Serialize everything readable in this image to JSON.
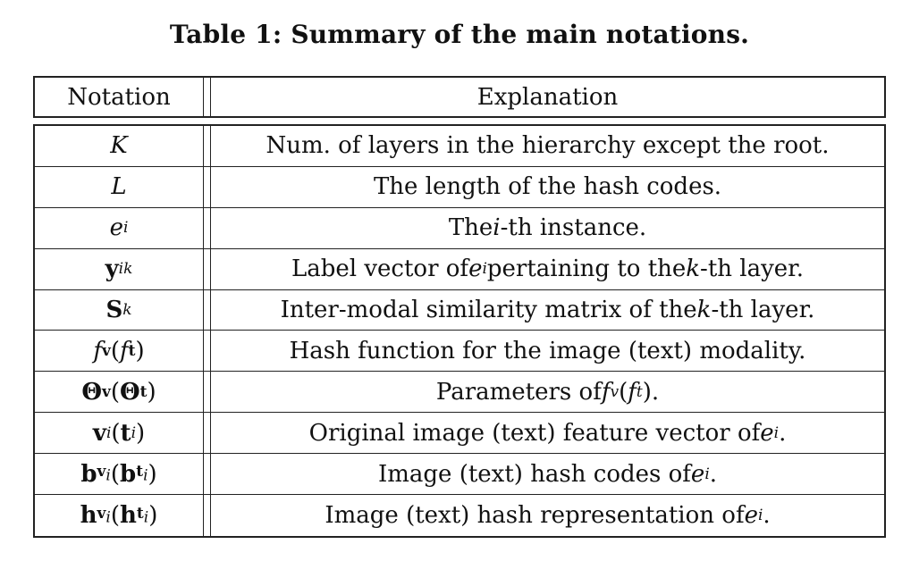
{
  "caption": "Table 1: Summary of the main notations.",
  "header": {
    "notation": "Notation",
    "explanation": "Explanation"
  },
  "rows": [
    {
      "notation": "K",
      "explanation": "Num. of layers in the hierarchy except the root."
    },
    {
      "notation": "L",
      "explanation": "The length of the hash codes."
    },
    {
      "notation": "e_i",
      "explanation": "The i-th instance."
    },
    {
      "notation": "y_i^k",
      "explanation": "Label vector of e_i pertaining to the k-th layer."
    },
    {
      "notation": "S^k",
      "explanation": "Inter-modal similarity matrix of the k-th layer."
    },
    {
      "notation": "f^v (f^t)",
      "explanation": "Hash function for the image (text) modality."
    },
    {
      "notation": "Θ_v (Θ_t)",
      "explanation": "Parameters of f^v (f^t)."
    },
    {
      "notation": "v_i (t_i)",
      "explanation": "Original image (text) feature vector of e_i."
    },
    {
      "notation": "b_{v_i} (b_{t_i})",
      "explanation": "Image (text) hash codes of e_i."
    },
    {
      "notation": "h_{v_i} (h_{t_i})",
      "explanation": "Image (text) hash representation of e_i."
    }
  ]
}
